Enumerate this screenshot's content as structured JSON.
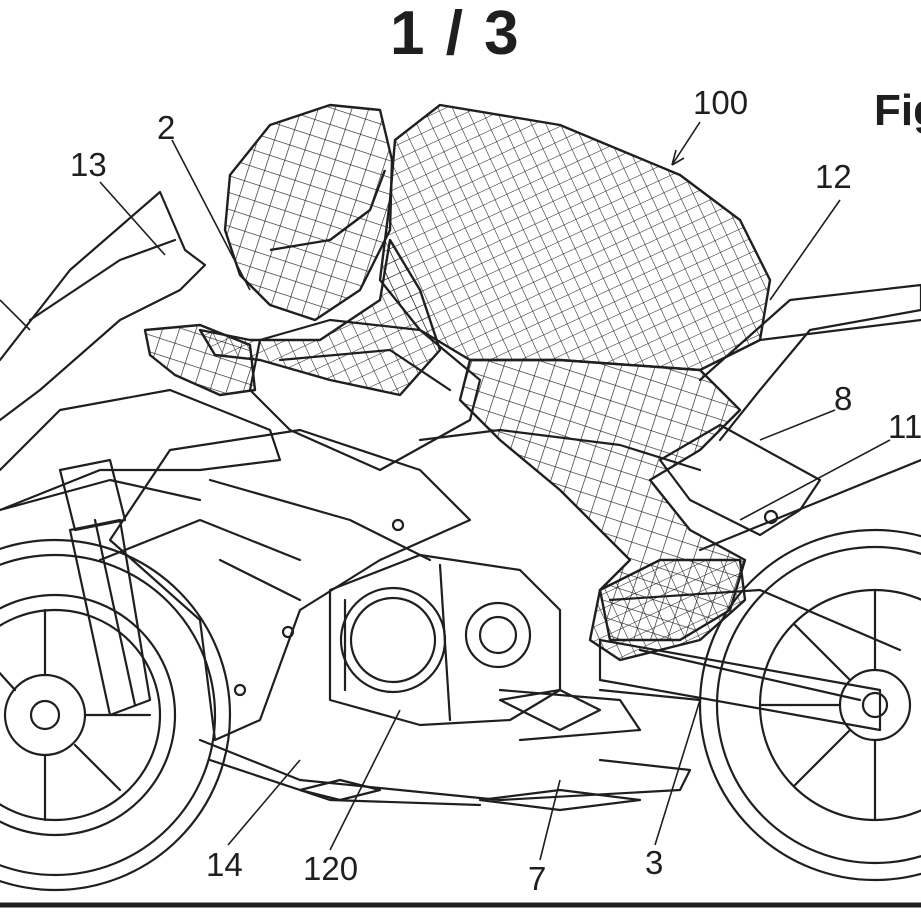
{
  "sheet": {
    "page_number": "1 / 3",
    "figure_label": "Fig"
  },
  "reference_numerals": {
    "ref_100": "100",
    "ref_2": "2",
    "ref_13": "13",
    "ref_12": "12",
    "ref_8": "8",
    "ref_11": "11",
    "ref_14": "14",
    "ref_120": "120",
    "ref_7": "7",
    "ref_3": "3"
  },
  "colors": {
    "line": "#1f1f1f",
    "paper": "#ffffff"
  }
}
